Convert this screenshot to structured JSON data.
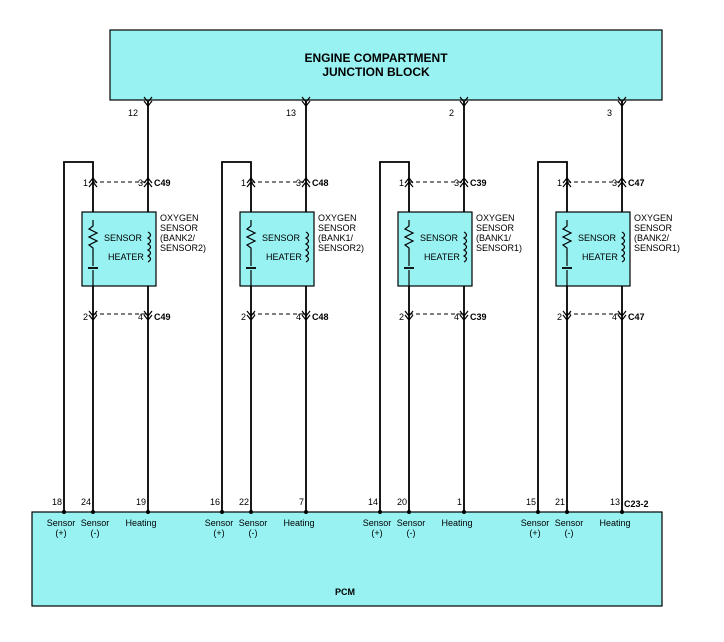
{
  "junction_block": {
    "line1": "ENGINE COMPARTMENT",
    "line2": "JUNCTION BLOCK",
    "pins": [
      "12",
      "13",
      "2",
      "3"
    ]
  },
  "sensors": [
    {
      "name": [
        "OXYGEN",
        "SENSOR",
        "(BANK2/",
        "SENSOR2)"
      ],
      "top_connector": "C49",
      "bottom_connector": "C49",
      "pin_top_left": "1",
      "pin_top_right": "3",
      "pin_bottom_left": "2",
      "pin_bottom_right": "4",
      "sensor_label": "SENSOR",
      "heater_label": "HEATER"
    },
    {
      "name": [
        "OXYGEN",
        "SENSOR",
        "(BANK1/",
        "SENSOR2)"
      ],
      "top_connector": "C48",
      "bottom_connector": "C48",
      "pin_top_left": "1",
      "pin_top_right": "3",
      "pin_bottom_left": "2",
      "pin_bottom_right": "4",
      "sensor_label": "SENSOR",
      "heater_label": "HEATER"
    },
    {
      "name": [
        "OXYGEN",
        "SENSOR",
        "(BANK1/",
        "SENSOR1)"
      ],
      "top_connector": "C39",
      "bottom_connector": "C39",
      "pin_top_left": "1",
      "pin_top_right": "3",
      "pin_bottom_left": "2",
      "pin_bottom_right": "4",
      "sensor_label": "SENSOR",
      "heater_label": "HEATER"
    },
    {
      "name": [
        "OXYGEN",
        "SENSOR",
        "(BANK2/",
        "SENSOR1)"
      ],
      "top_connector": "C47",
      "bottom_connector": "C47",
      "pin_top_left": "1",
      "pin_top_right": "3",
      "pin_bottom_left": "2",
      "pin_bottom_right": "4",
      "sensor_label": "SENSOR",
      "heater_label": "HEATER"
    }
  ],
  "pcm": {
    "title": "PCM",
    "connector": "C23-2",
    "groups": [
      {
        "pins": [
          "18",
          "24",
          "19"
        ],
        "labels": [
          "Sensor",
          "(+)",
          "Sensor",
          "(-)",
          "Heating"
        ]
      },
      {
        "pins": [
          "16",
          "22",
          "7"
        ],
        "labels": [
          "Sensor",
          "(+)",
          "Sensor",
          "(-)",
          "Heating"
        ]
      },
      {
        "pins": [
          "14",
          "20",
          "1"
        ],
        "labels": [
          "Sensor",
          "(+)",
          "Sensor",
          "(-)",
          "Heating"
        ]
      },
      {
        "pins": [
          "15",
          "21",
          "13"
        ],
        "labels": [
          "Sensor",
          "(+)",
          "Sensor",
          "(-)",
          "Heating"
        ]
      }
    ]
  }
}
